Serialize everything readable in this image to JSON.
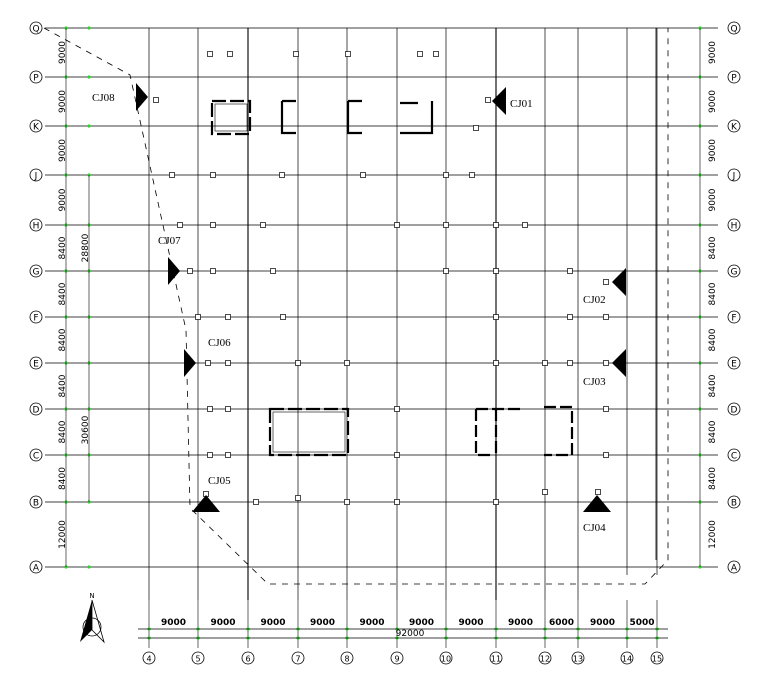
{
  "row_axes": [
    {
      "label": "Q",
      "spacing_below": "9000"
    },
    {
      "label": "P",
      "spacing_below": "9000"
    },
    {
      "label": "K",
      "spacing_below": "9000"
    },
    {
      "label": "J",
      "spacing_below": "9000"
    },
    {
      "label": "H",
      "spacing_below": "8400"
    },
    {
      "label": "G",
      "spacing_below": "8400"
    },
    {
      "label": "F",
      "spacing_below": "8400"
    },
    {
      "label": "E",
      "spacing_below": "8400"
    },
    {
      "label": "D",
      "spacing_below": "8400"
    },
    {
      "label": "C",
      "spacing_below": "8400"
    },
    {
      "label": "B",
      "spacing_below": "12000"
    },
    {
      "label": "A",
      "spacing_below": ""
    }
  ],
  "column_axes": [
    "4",
    "5",
    "6",
    "7",
    "8",
    "9",
    "10",
    "11",
    "12",
    "13",
    "14",
    "15"
  ],
  "column_spacings": [
    "9000",
    "9000",
    "9000",
    "9000",
    "9000",
    "9000",
    "9000",
    "9000",
    "6000",
    "9000",
    "5000"
  ],
  "total_width": "92000",
  "left_overall_dims": [
    "28800",
    "30600"
  ],
  "monitoring_points": [
    {
      "label": "CJ01",
      "dir": "left"
    },
    {
      "label": "CJ02",
      "dir": "left"
    },
    {
      "label": "CJ03",
      "dir": "left"
    },
    {
      "label": "CJ04",
      "dir": "up"
    },
    {
      "label": "CJ05",
      "dir": "up"
    },
    {
      "label": "CJ06",
      "dir": "right"
    },
    {
      "label": "CJ07",
      "dir": "right"
    },
    {
      "label": "CJ08",
      "dir": "right"
    }
  ],
  "north_label": "N",
  "colors": {
    "line": "#000000",
    "grid_dot": "#2bd62b"
  }
}
